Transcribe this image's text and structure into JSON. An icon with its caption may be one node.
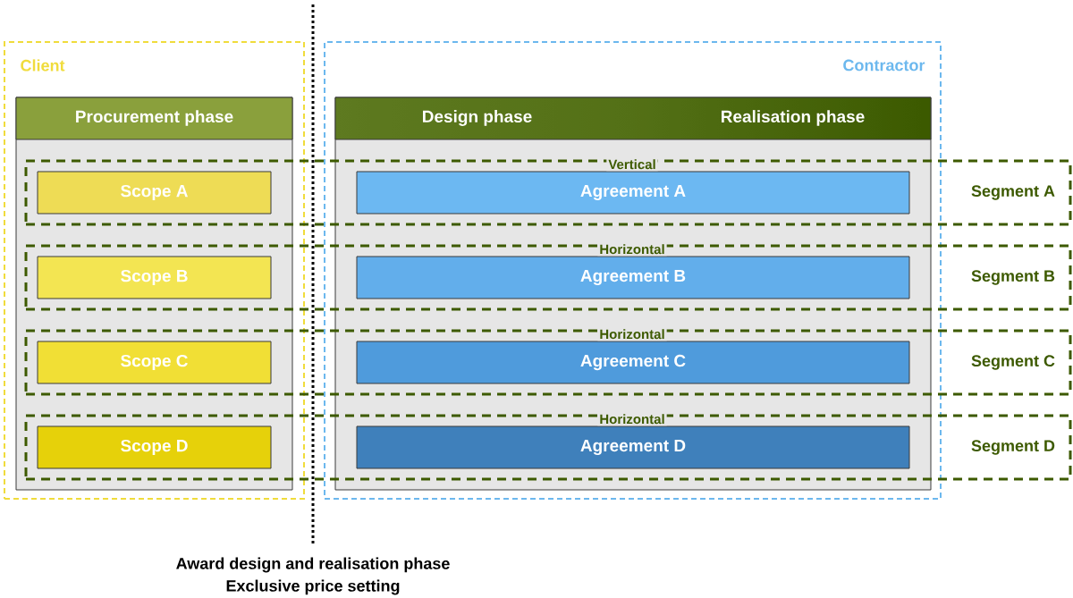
{
  "diagram": {
    "nodes": [
      {
        "text": [
          "Client"
        ]
      },
      {
        "text": [
          "Contractor"
        ]
      },
      {
        "text": [
          "Procurement phase"
        ],
        "in": 0
      },
      {
        "text": [
          "Design phase",
          "Realisation phase"
        ],
        "in": 1
      },
      {
        "text": [
          "Vertical",
          "Segment A"
        ]
      },
      {
        "text": [
          "Horizontal",
          "Segment B"
        ]
      },
      {
        "text": [
          "Horizontal",
          "Segment C"
        ]
      },
      {
        "text": [
          "Horizontal",
          "Segment D"
        ]
      },
      {
        "text": [
          "Scope A"
        ]
      },
      {
        "text": [
          "Scope B"
        ]
      },
      {
        "text": [
          "Scope C"
        ]
      },
      {
        "text": [
          "Scope D"
        ]
      },
      {
        "text": [
          "Agreement A"
        ]
      },
      {
        "text": [
          "Agreement B"
        ]
      },
      {
        "text": [
          "Agreement C"
        ]
      },
      {
        "text": [
          "Agreement D"
        ]
      }
    ],
    "labels": [
      "Award design and realisation phase",
      "Exclusive price setting"
    ]
  }
}
